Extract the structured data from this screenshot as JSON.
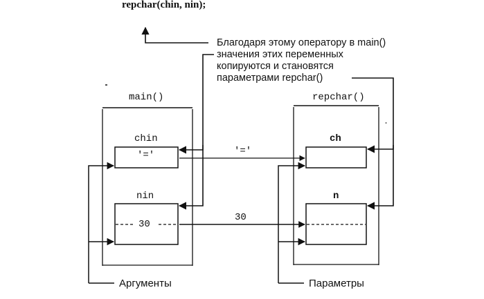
{
  "header": {
    "code_line": "repchar(chin, nin);"
  },
  "annotation": {
    "line1": "Благодаря этому оператору в main()",
    "line2": "значения этих переменных",
    "line3": "копируются и становятся",
    "line4": "параметрами repchar()"
  },
  "main_frame": {
    "title": "main()",
    "var1_name": "chin",
    "var1_value": "'='",
    "var2_name": "nin",
    "var2_value": "30"
  },
  "repchar_frame": {
    "title": "repchar()",
    "param1_name": "ch",
    "param2_name": "n"
  },
  "transfer": {
    "char_label": "'='",
    "num_label": "30"
  },
  "legend": {
    "arguments_label": "Аргументы",
    "parameters_label": "Параметры"
  },
  "colors": {
    "ink": "#111111",
    "background": "#ffffff"
  }
}
